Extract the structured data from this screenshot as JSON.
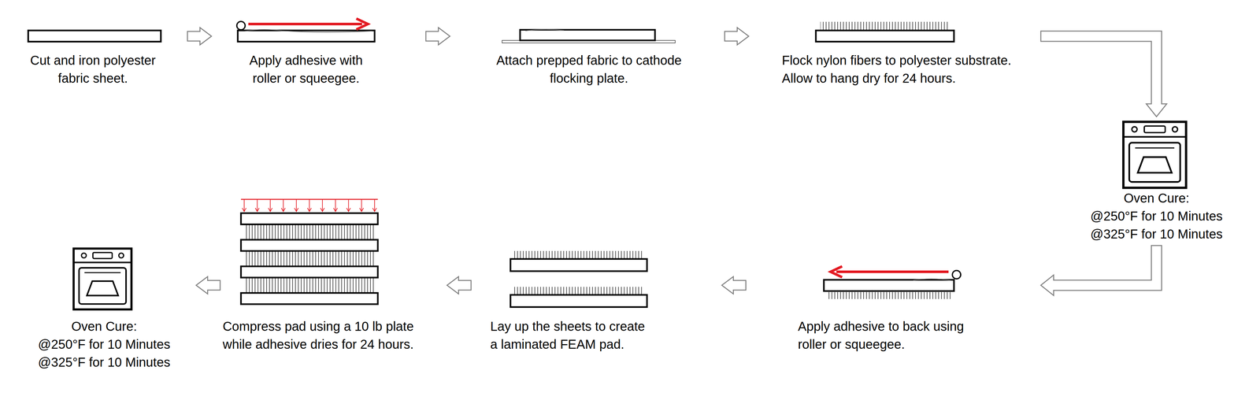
{
  "diagram": {
    "nodes": [
      {
        "text": [
          "Cut and iron polyester fabric sheet."
        ]
      },
      {
        "text": [
          "Apply adhesive with roller or squeegee."
        ]
      },
      {
        "text": [
          "Attach prepped fabric to cathode flocking plate."
        ]
      },
      {
        "text": [
          "Flock nylon fibers to polyester substrate. Allow to hang dry for 24 hours."
        ]
      },
      {
        "text": [
          "Oven Cure:",
          "@250°F for 10 Minutes @325°F for 10 Minutes"
        ]
      },
      {
        "text": [
          "Apply adhesive to back using roller or squeegee."
        ]
      },
      {
        "text": [
          "Lay up the sheets to create a laminated FEAM pad."
        ]
      },
      {
        "text": [
          "Compress pad using a 10 lb plate while adhesive dries for 24 hours."
        ]
      },
      {
        "text": [
          "Oven Cure:",
          "@250°F for 10 Minutes @325°F for 10 Minutes"
        ]
      }
    ],
    "edges": [
      {
        "from": 0,
        "to": 1,
        "arrow": "to"
      },
      {
        "from": 1,
        "to": 2,
        "arrow": "to"
      },
      {
        "from": 2,
        "to": 3,
        "arrow": "to"
      },
      {
        "from": 3,
        "to": 4,
        "arrow": "to"
      },
      {
        "from": 4,
        "to": 5,
        "arrow": "to"
      },
      {
        "from": 5,
        "to": 6,
        "arrow": "to"
      },
      {
        "from": 6,
        "to": 7,
        "arrow": "to"
      },
      {
        "from": 7,
        "to": 8,
        "arrow": "to"
      }
    ]
  }
}
